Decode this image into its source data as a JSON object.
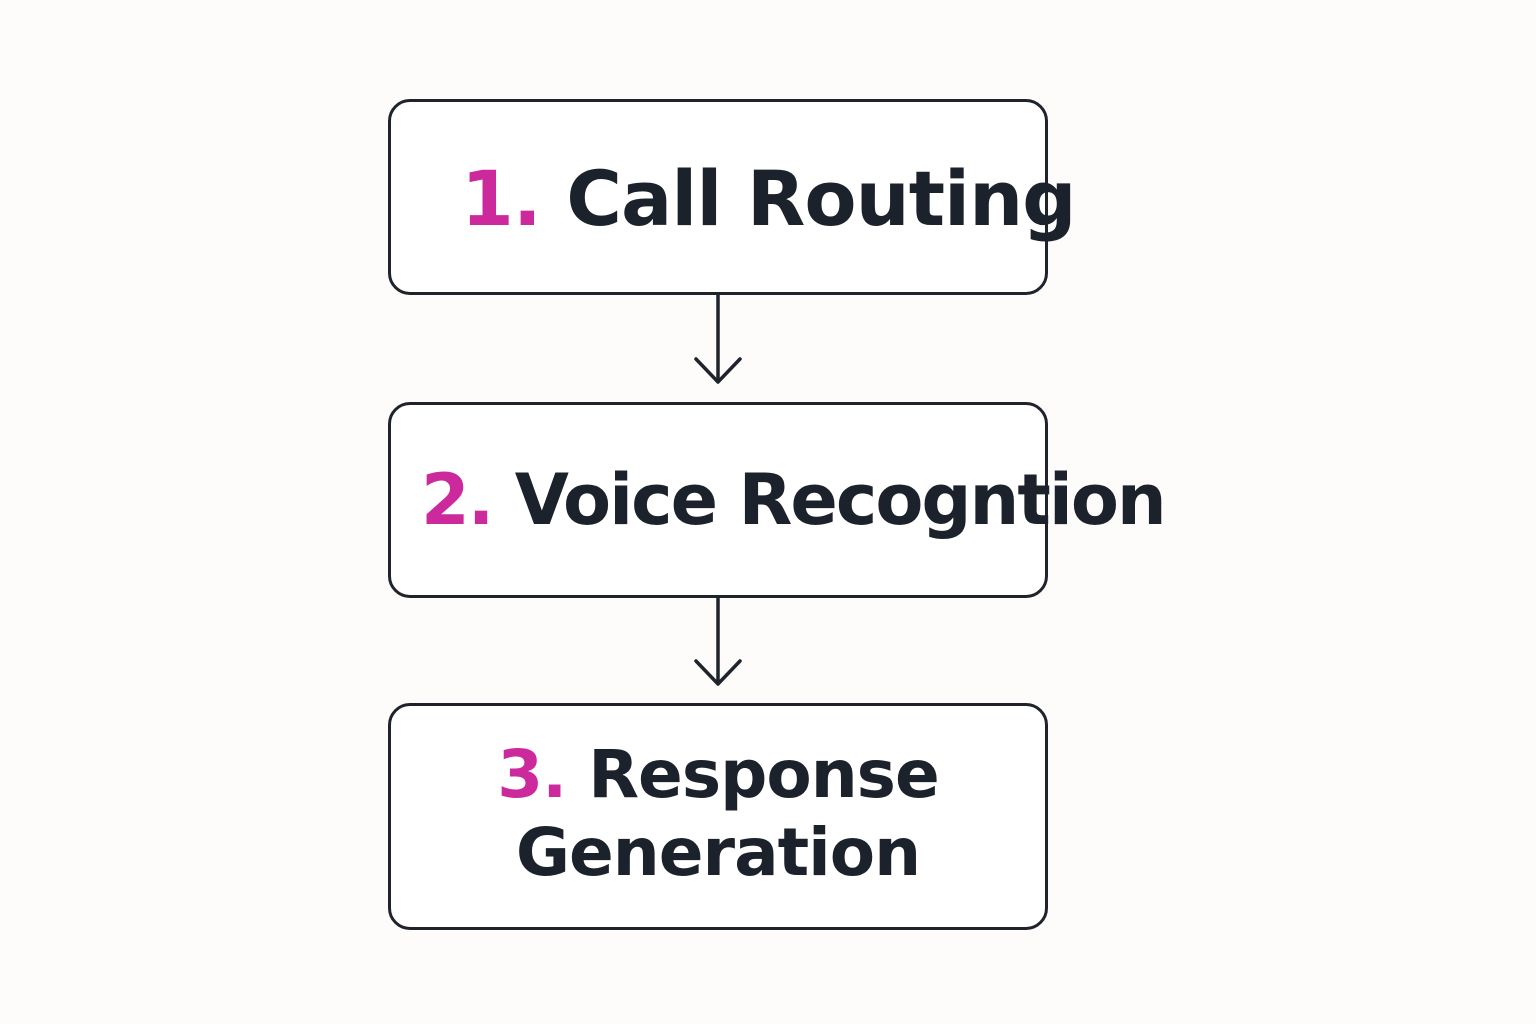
{
  "steps": [
    {
      "number": "1.",
      "title": "Call Routing"
    },
    {
      "number": "2.",
      "title": "Voice Recogntion"
    },
    {
      "number": "3.",
      "title_line1": "Response",
      "title_line2": "Generation"
    }
  ],
  "colors": {
    "accent": "#cc2a9c",
    "text": "#1c222b",
    "border": "#1f232b",
    "background": "#fdfcfb"
  },
  "icons": [
    "arrow-down-icon",
    "arrow-down-icon"
  ]
}
